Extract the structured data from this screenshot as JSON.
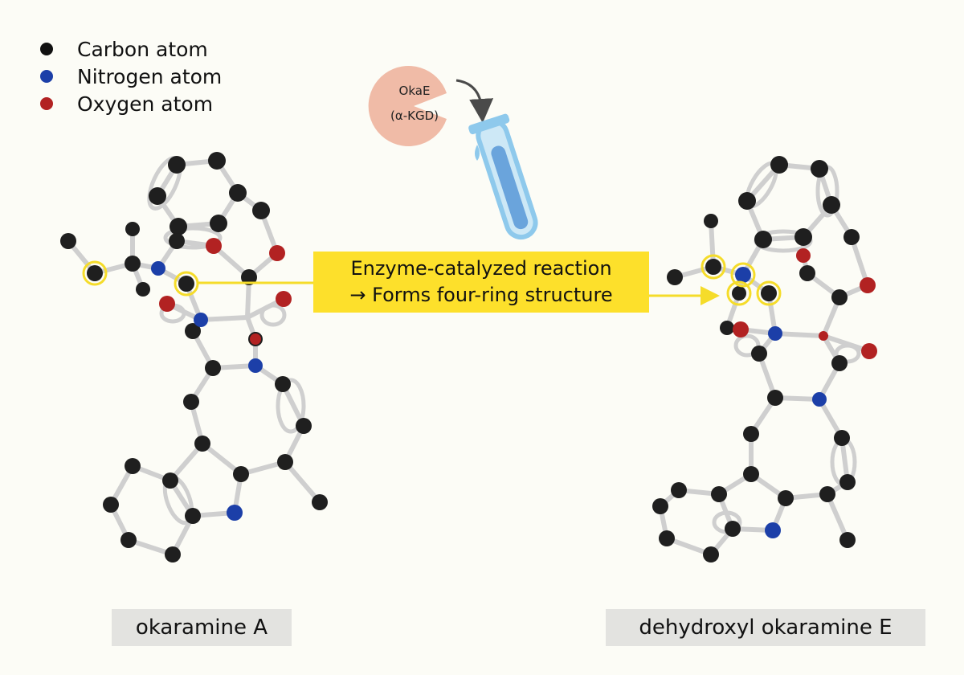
{
  "legend": {
    "items": [
      {
        "label": "Carbon atom",
        "color": "#111111"
      },
      {
        "label": "Nitrogen atom",
        "color": "#1c3fa8"
      },
      {
        "label": "Oxygen atom",
        "color": "#b22222"
      }
    ]
  },
  "enzyme": {
    "line1": "OkaE",
    "line2": "(α-KGD)",
    "color": "#f0bba7"
  },
  "reaction": {
    "line1": "Enzyme-catalyzed reaction",
    "line2": "→ Forms four-ring structure",
    "color": "#fde02b"
  },
  "captions": {
    "left": "okaramine A",
    "right": "dehydroxyl okaramine E"
  },
  "colors": {
    "carbon": "#1f1f1f",
    "nitrogen": "#1c3fa8",
    "oxygen": "#b22222",
    "bond": "#cfcfcf",
    "highlight": "#f5dc2a",
    "tube": "#8ec9ec"
  }
}
